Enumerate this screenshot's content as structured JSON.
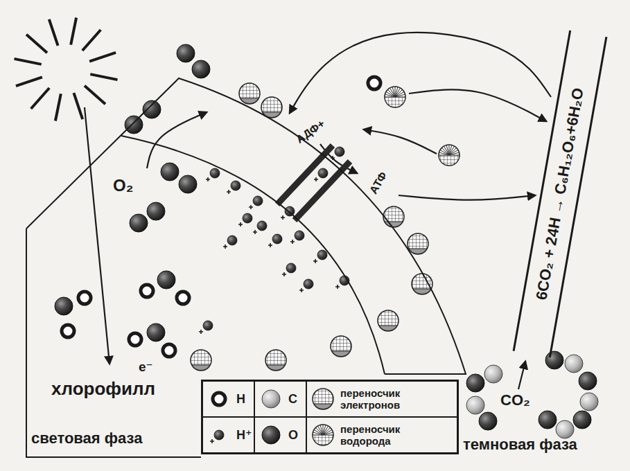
{
  "diagram": {
    "nodes": [
      {
        "text": [
          "световая фаза"
        ]
      },
      {
        "text": [
          "6CO₂ + 24H → C₆H₁₂O₆+6H₂O"
        ]
      }
    ],
    "labels": [
      "e⁻",
      "хлорофилл",
      "O₂",
      "АДФ+",
      "АТФ",
      "CO₂",
      "темновая фаза"
    ],
    "legend": [
      {
        "text": "H"
      },
      {
        "text": "C"
      },
      {
        "text": "переносчик электронов"
      },
      {
        "text": "H⁺"
      },
      {
        "text": "O"
      },
      {
        "text": "переносчик водорода"
      }
    ]
  }
}
